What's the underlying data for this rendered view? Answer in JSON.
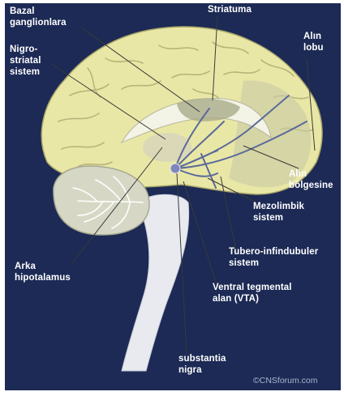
{
  "labels": {
    "basal_ganglia": "Bazal\nganglionlara",
    "nigrostriatal": "Nigro-\nstriatal\nsistem",
    "striatum": "Striatuma",
    "frontal_lobe": "Alın\nlobu",
    "frontal_region": "Alın\nbölgesine",
    "mesolimbic": "Mezolimbik\nsistem",
    "tuberoinfundibular": "Tubero-infindubuler\nsistem",
    "vta": "Ventral tegmental\nalan (VTA)",
    "posterior_hypothalamus": "Arka\nhipotalamus",
    "substantia_nigra": "substantia\nnigra"
  },
  "credit": "©CNSforum.com",
  "colors": {
    "background": "#1c2a55",
    "cortex": "#e9e7a6",
    "cerebellum": "#d6d8c5",
    "brainstem": "#e8eaf0",
    "pathway": "#5a6a99",
    "label_text": "#ffffff"
  }
}
